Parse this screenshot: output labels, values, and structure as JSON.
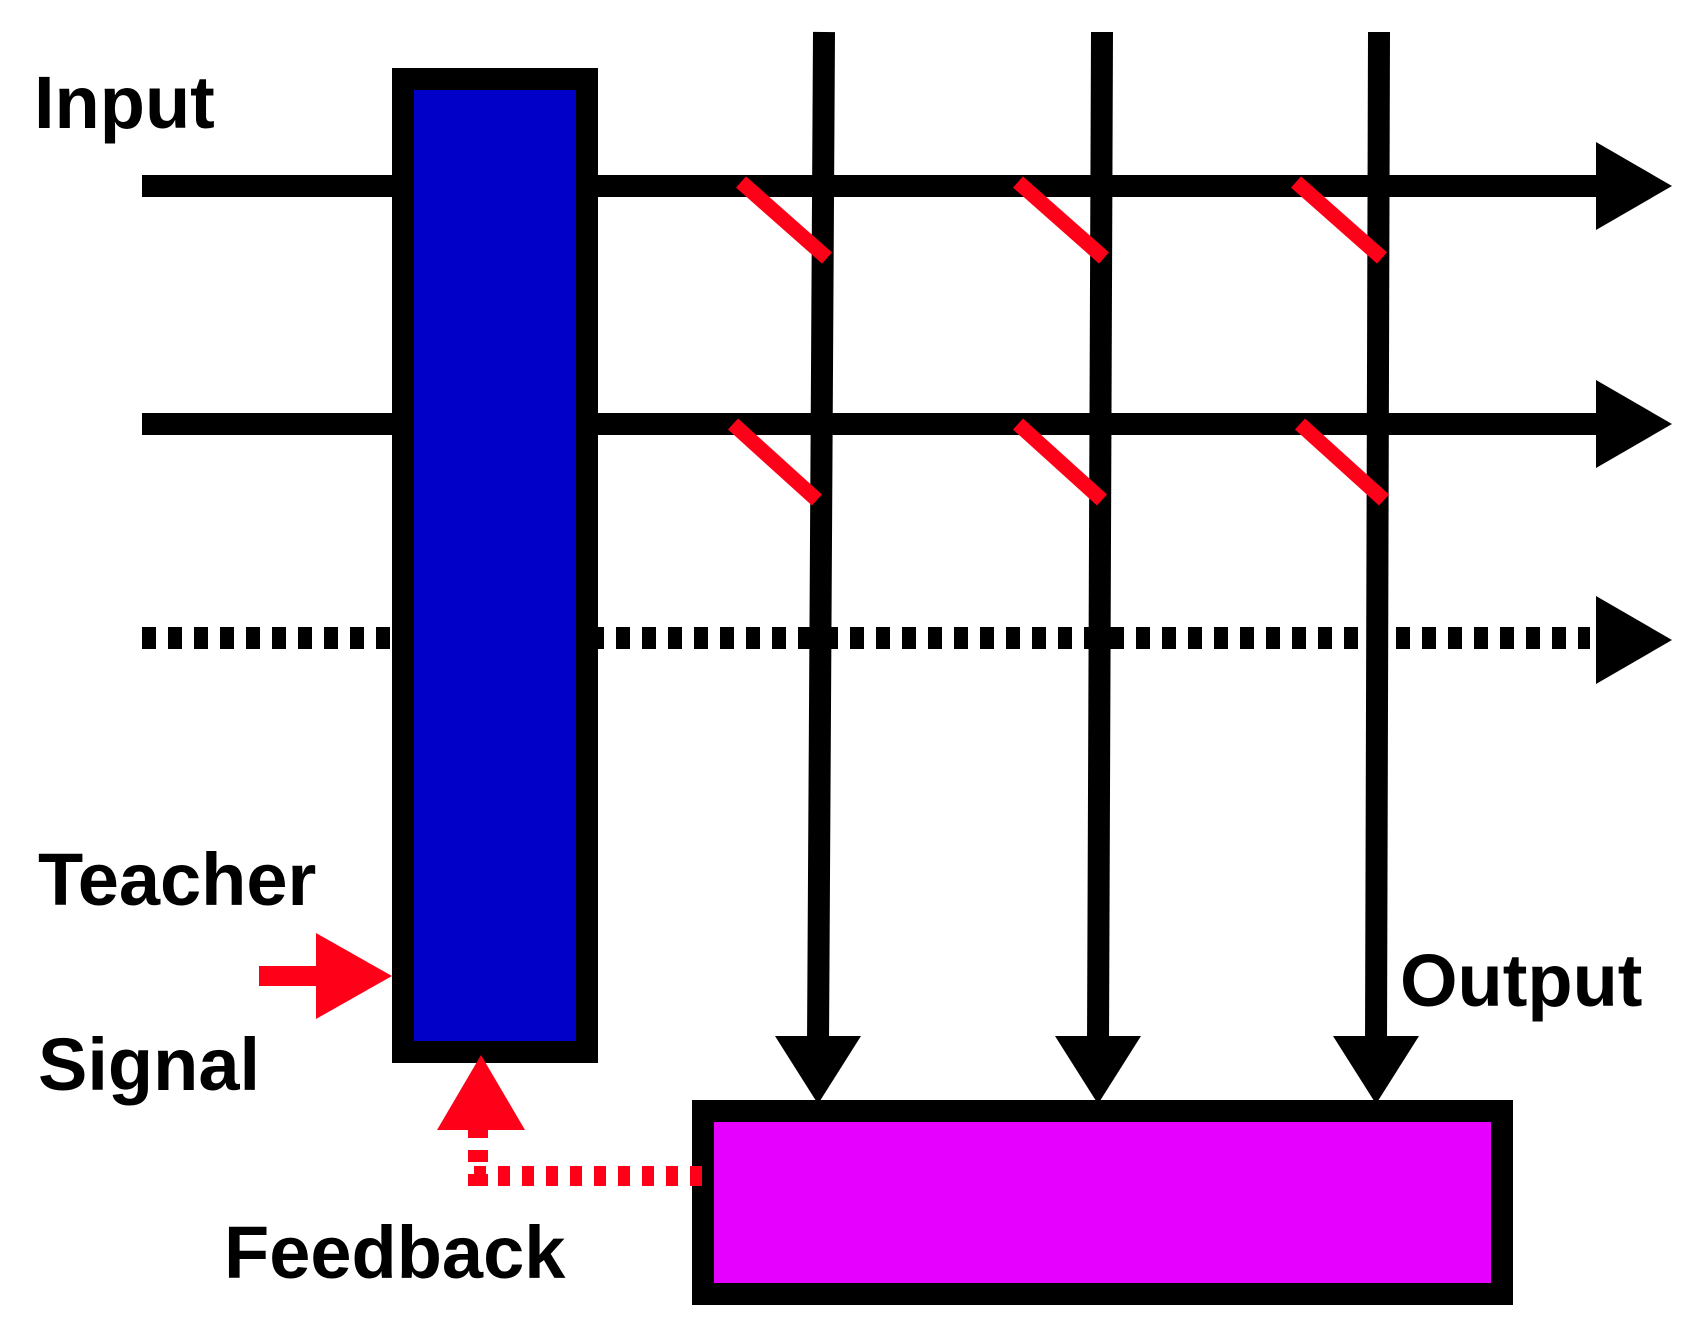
{
  "labels": {
    "input": "Input",
    "teacher": "Teacher",
    "signal": "Signal",
    "output": "Output",
    "feedback": "Feedback"
  },
  "colors": {
    "stroke": "#000000",
    "reservoir_fill": "#0000c8",
    "readout_fill": "#e600ff",
    "weight_red": "#ff0019",
    "teacher_arrow": "#ff0019",
    "feedback_arrow": "#ff0019",
    "background": "#ffffff"
  },
  "icons": {
    "weight": "red-slash-icon",
    "arrow": "black-arrowhead-icon"
  }
}
